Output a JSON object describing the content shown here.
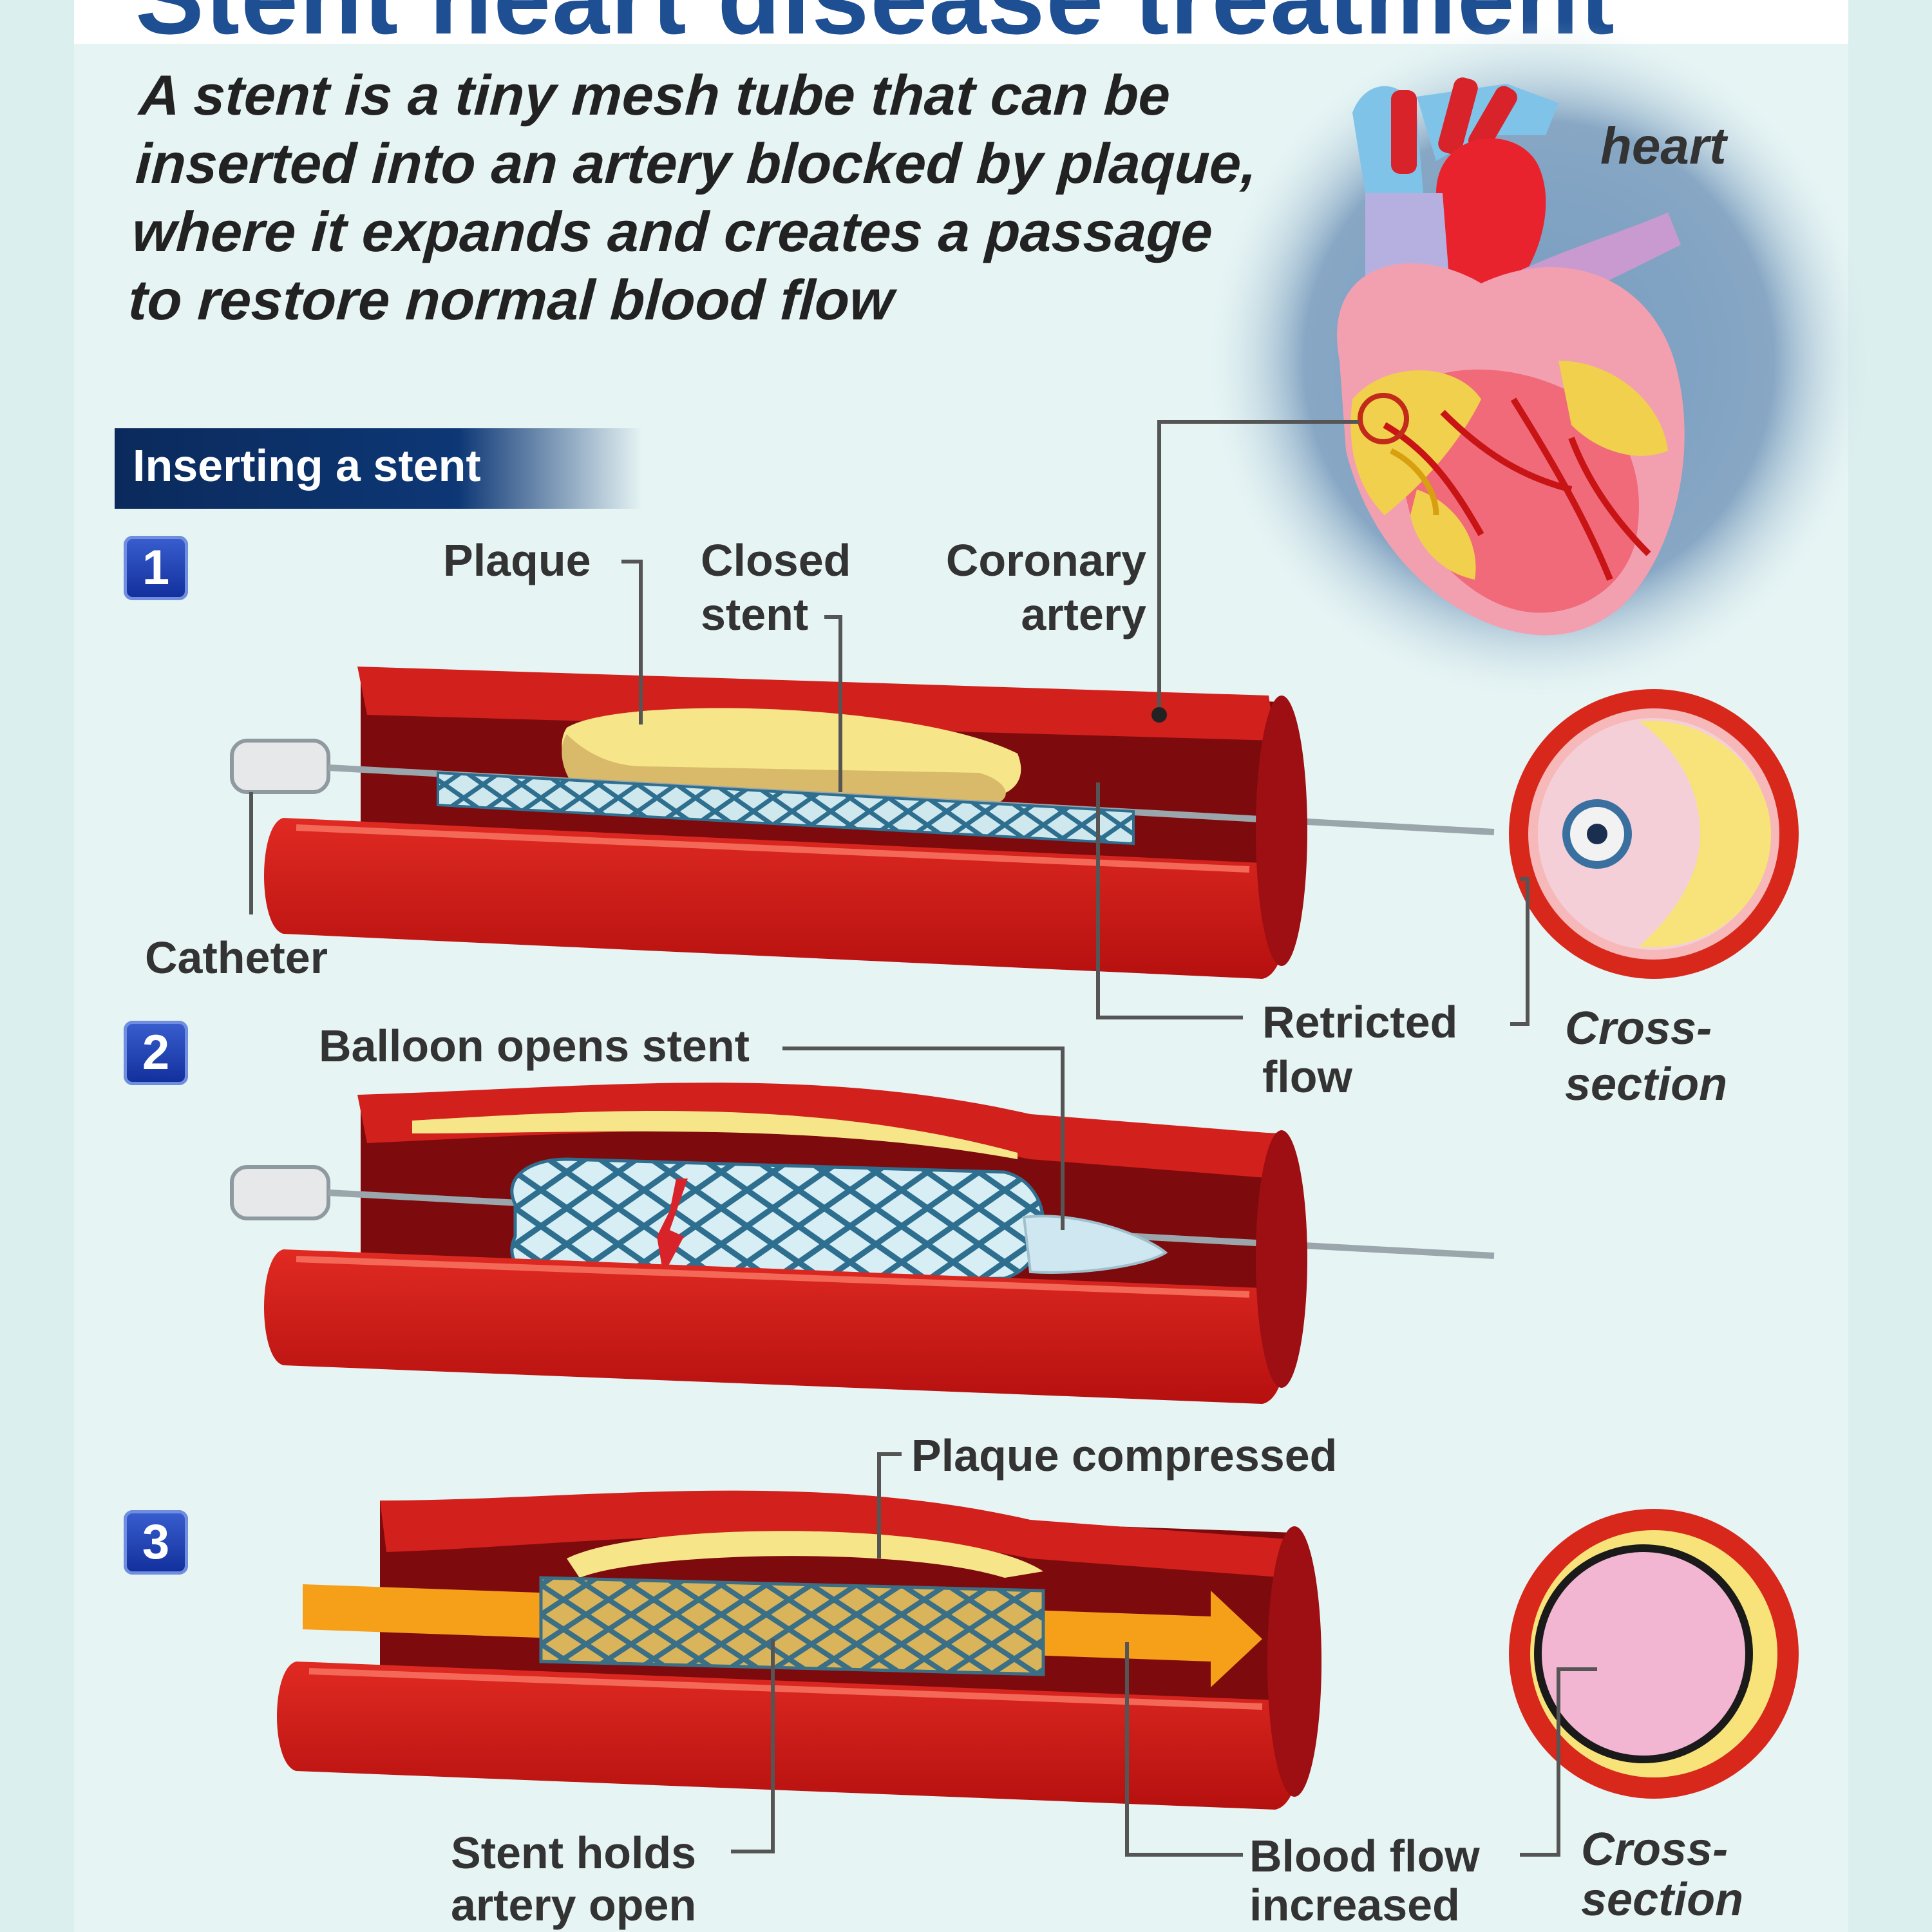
{
  "title": "Stent heart disease treatment",
  "intro": "A stent is a tiny mesh tube that can be inserted into an artery blocked by plaque, where it expands and creates a passage to restore normal blood flow",
  "section_title": "Inserting a stent",
  "heart_label": "heart",
  "steps": [
    {
      "number": "1",
      "labels": {
        "plaque": "Plaque",
        "closed_stent_1": "Closed",
        "closed_stent_2": "stent",
        "coronary_artery_1": "Coronary",
        "coronary_artery_2": "artery",
        "catheter": "Catheter",
        "restricted_flow_1": "Retricted",
        "restricted_flow_2": "flow",
        "cross_section_1": "Cross-",
        "cross_section_2": "section"
      }
    },
    {
      "number": "2",
      "labels": {
        "balloon": "Balloon opens stent"
      }
    },
    {
      "number": "3",
      "labels": {
        "plaque_compressed": "Plaque compressed",
        "stent_holds_1": "Stent holds",
        "stent_holds_2": "artery open",
        "blood_flow_1": "Blood flow",
        "blood_flow_2": "increased",
        "cross_section_1": "Cross-",
        "cross_section_2": "section"
      }
    }
  ],
  "colors": {
    "artery_red": "#cc1b1b",
    "artery_dark": "#8e0e10",
    "plaque_yellow": "#f7e58a",
    "stent_blue": "#2e6f8f",
    "flow_orange": "#f6a01a",
    "title_blue": "#1e4f93",
    "badge_blue": "#102e9a"
  }
}
